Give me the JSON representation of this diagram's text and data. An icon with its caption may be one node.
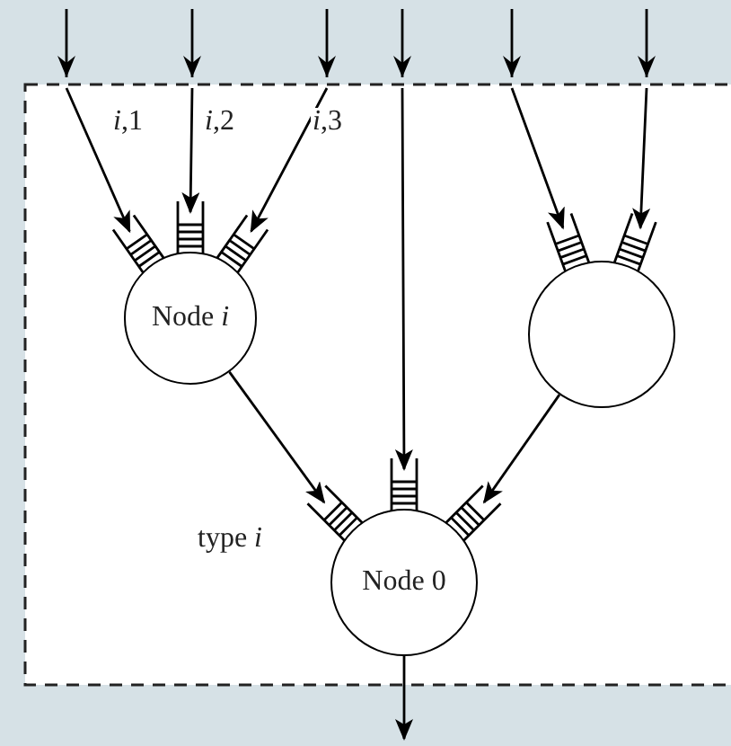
{
  "diagram": {
    "nodes": [
      {
        "text": [
          "Node *i*"
        ]
      },
      {
        "text": [],
        "shape": "circle"
      },
      {
        "text": [
          "Node 0"
        ]
      }
    ],
    "edges": [
      {
        "from": null,
        "to": 0,
        "arrow": "to",
        "label": "*i*,1"
      },
      {
        "from": null,
        "to": 0,
        "arrow": "to",
        "label": "*i*,2"
      },
      {
        "from": null,
        "to": 0,
        "arrow": "to",
        "label": "*i*,3"
      },
      {
        "from": null,
        "to": 2,
        "arrow": "to"
      },
      {
        "from": null,
        "to": 1,
        "arrow": "to"
      },
      {
        "from": null,
        "to": 1,
        "arrow": "to"
      },
      {
        "from": 0,
        "to": 2,
        "arrow": "to"
      },
      {
        "from": 1,
        "to": 2,
        "arrow": "to"
      },
      {
        "from": 2,
        "to": null,
        "arrow": "to"
      }
    ],
    "labels": [
      "type *i*"
    ]
  }
}
